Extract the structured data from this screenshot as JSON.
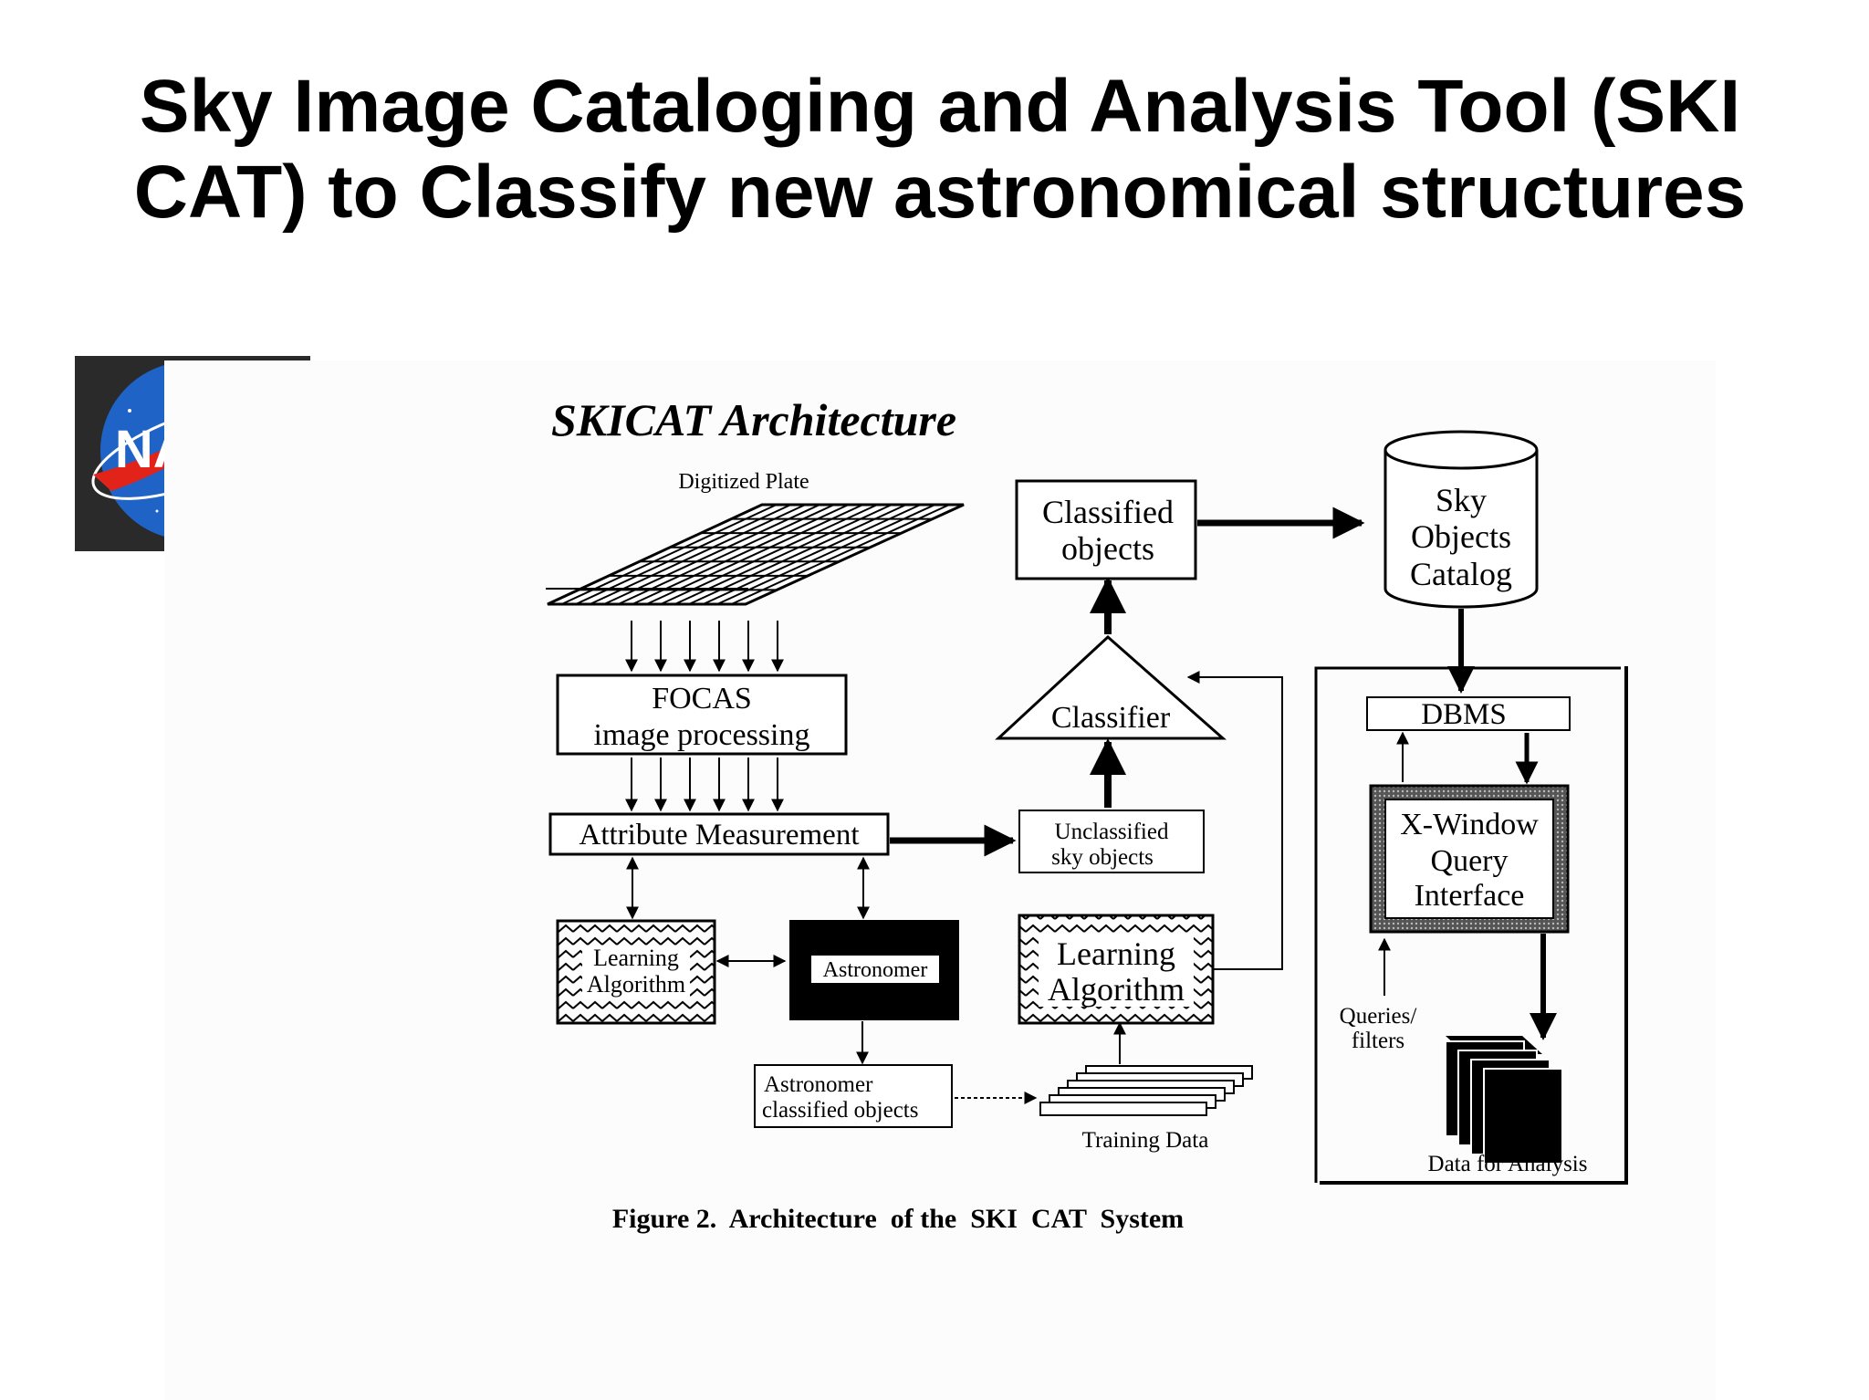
{
  "slide": {
    "title_line1": "Sky Image Cataloging and Analysis Tool (SKI",
    "title_line2": "CAT) to Classify new astronomical structures"
  },
  "logo": {
    "text": "NASA"
  },
  "figure": {
    "heading": "SKICAT Architecture",
    "plate_label": "Digitized Plate",
    "focas": [
      "FOCAS",
      "image processing"
    ],
    "attribute": "Attribute Measurement",
    "learning_left": [
      "Learning",
      "Algorithm"
    ],
    "astronomer": "Astronomer",
    "astronomer_classified": [
      "Astronomer",
      "classified objects"
    ],
    "training_data": "Training Data",
    "unclassified": [
      "Unclassified",
      "sky objects"
    ],
    "learning_right": [
      "Learning",
      "Algorithm"
    ],
    "classifier": "Classifier",
    "classified": [
      "Classified",
      "objects"
    ],
    "catalog": [
      "Sky",
      "Objects",
      "Catalog"
    ],
    "dbms": "DBMS",
    "xwindow": [
      "X-Window",
      "Query",
      "Interface"
    ],
    "queries": [
      "Queries/",
      "filters"
    ],
    "data_for_analysis": "Data for Analysis",
    "caption": "Figure 2.  Architecture  of the  SKI  CAT  System"
  }
}
